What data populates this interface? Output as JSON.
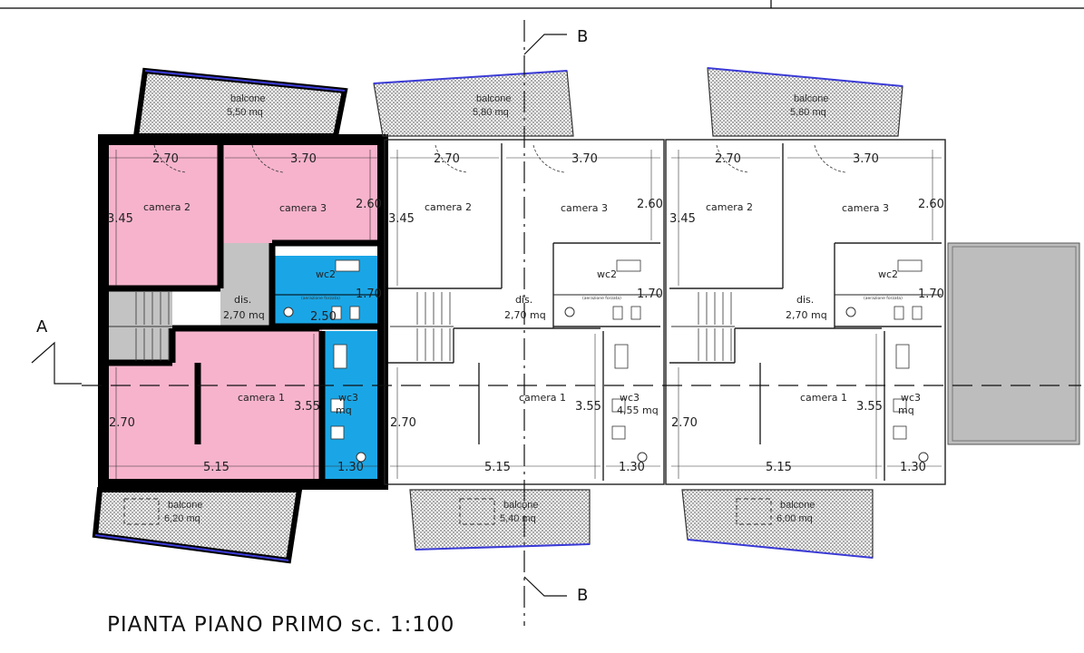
{
  "title": "PIANTA PIANO PRIMO sc. 1:100",
  "section_labels": {
    "a": "A",
    "b_top": "B",
    "b_bottom": "B"
  },
  "colors": {
    "bedroom": "#f7b3cc",
    "bathroom": "#1aa6e6",
    "distribution": "#c3c3c3",
    "wall": "#000000",
    "glass": "#3b3bd6"
  },
  "units": [
    {
      "highlighted": true,
      "rooms": {
        "camera2": "camera 2",
        "camera3": "camera 3",
        "camera1": "camera 1",
        "wc2": "wc2",
        "wc3": "wc3",
        "dis": "dis.",
        "dis_area": "2,70 mq",
        "wc3_area": "mq",
        "aerazione": "(aerazione forzata)"
      },
      "dims": {
        "d270_top": "2.70",
        "d370": "3.70",
        "d345": "3.45",
        "d260": "2.60",
        "d170": "1.70",
        "d250": "2.50",
        "d355": "3.55",
        "d270_left": "2.70",
        "d515": "5.15",
        "d130": "1.30"
      },
      "balcony_top": {
        "label": "balcone",
        "area": "5,50 mq"
      },
      "balcony_bottom": {
        "label": "balcone",
        "area": "6,20 mq"
      }
    },
    {
      "highlighted": false,
      "rooms": {
        "camera2": "camera 2",
        "camera3": "camera 3",
        "camera1": "camera 1",
        "wc2": "wc2",
        "wc3": "wc3",
        "dis": "dis.",
        "dis_area": "2,70 mq",
        "wc3_area": "4,55 mq",
        "aerazione": "(aerazione forzata)"
      },
      "dims": {
        "d270_top": "2.70",
        "d370": "3.70",
        "d345": "3.45",
        "d260": "2.60",
        "d170": "1.70",
        "d355": "3.55",
        "d270_left": "2.70",
        "d515": "5.15",
        "d130": "1.30"
      },
      "balcony_top": {
        "label": "balcone",
        "area": "5,80 mq"
      },
      "balcony_bottom": {
        "label": "balcone",
        "area": "5,40 mq"
      }
    },
    {
      "highlighted": false,
      "rooms": {
        "camera2": "camera 2",
        "camera3": "camera 3",
        "camera1": "camera 1",
        "wc2": "wc2",
        "wc3": "wc3",
        "dis": "dis.",
        "dis_area": "2,70 mq",
        "wc3_area": "mq",
        "aerazione": "(aerazione forzata)"
      },
      "dims": {
        "d270_top": "2.70",
        "d370": "3.70",
        "d345": "3.45",
        "d260": "2.60",
        "d170": "1.70",
        "d355": "3.55",
        "d270_left": "2.70",
        "d515": "5.15",
        "d130": "1.30"
      },
      "balcony_top": {
        "label": "balcone",
        "area": "5,80 mq"
      },
      "balcony_bottom": {
        "label": "balcone",
        "area": "6,00 mq"
      }
    }
  ]
}
